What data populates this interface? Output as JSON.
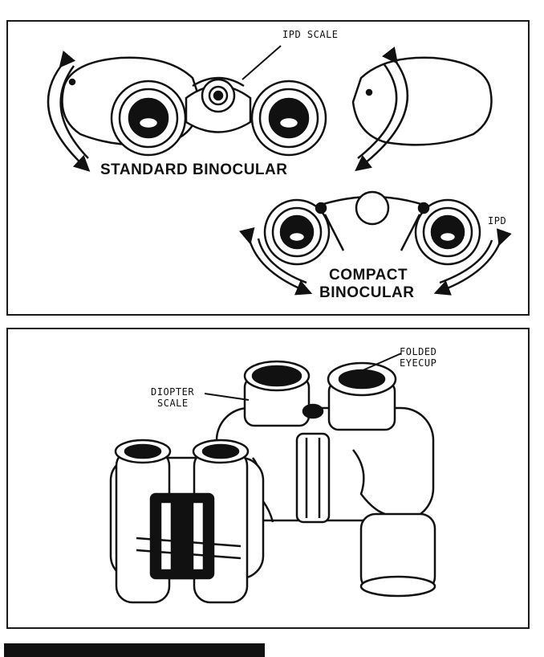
{
  "top_panel": {
    "ipd_scale_label": "IPD SCALE",
    "standard_label": "STANDARD BINOCULAR",
    "compact_label_line1": "COMPACT",
    "compact_label_line2": "BINOCULAR",
    "ipd_label": "IPD"
  },
  "bottom_panel": {
    "diopter_label_line1": "DIOPTER",
    "diopter_label_line2": "SCALE",
    "eyecup_label_line1": "FOLDED",
    "eyecup_label_line2": "EYECUP"
  },
  "colors": {
    "ink": "#111111",
    "paper": "#ffffff"
  }
}
